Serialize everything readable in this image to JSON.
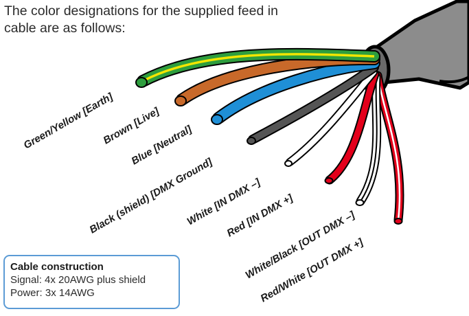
{
  "intro": {
    "line1": "The color designations for the supplied feed in",
    "line2": "cable are as follows:"
  },
  "wires": [
    {
      "label": "Green/Yellow [Earth]",
      "color": "#2e9e3e",
      "stripe": "#f2e600"
    },
    {
      "label": "Brown [Live]",
      "color": "#c8692a",
      "stripe": null
    },
    {
      "label": "Blue [Neutral]",
      "color": "#1f8fd6",
      "stripe": null
    },
    {
      "label": "Black (shield) [DMX Ground]",
      "color": "#555555",
      "stripe": null
    },
    {
      "label": "White [IN DMX –]",
      "color": "#ffffff",
      "stripe": null
    },
    {
      "label": "Red [IN DMX +]",
      "color": "#e3001b",
      "stripe": null
    },
    {
      "label": "White/Black [OUT DMX –]",
      "color": "#ffffff",
      "stripe": "#000000"
    },
    {
      "label": "Red/White [OUT DMX +]",
      "color": "#e3001b",
      "stripe": "#ffffff"
    }
  ],
  "cable_jacket_color": "#8c8c8c",
  "info_box": {
    "title": "Cable construction",
    "line1": "Signal: 4x 20AWG plus shield",
    "line2": "Power: 3x 14AWG",
    "border_color": "#5b9bd5"
  }
}
